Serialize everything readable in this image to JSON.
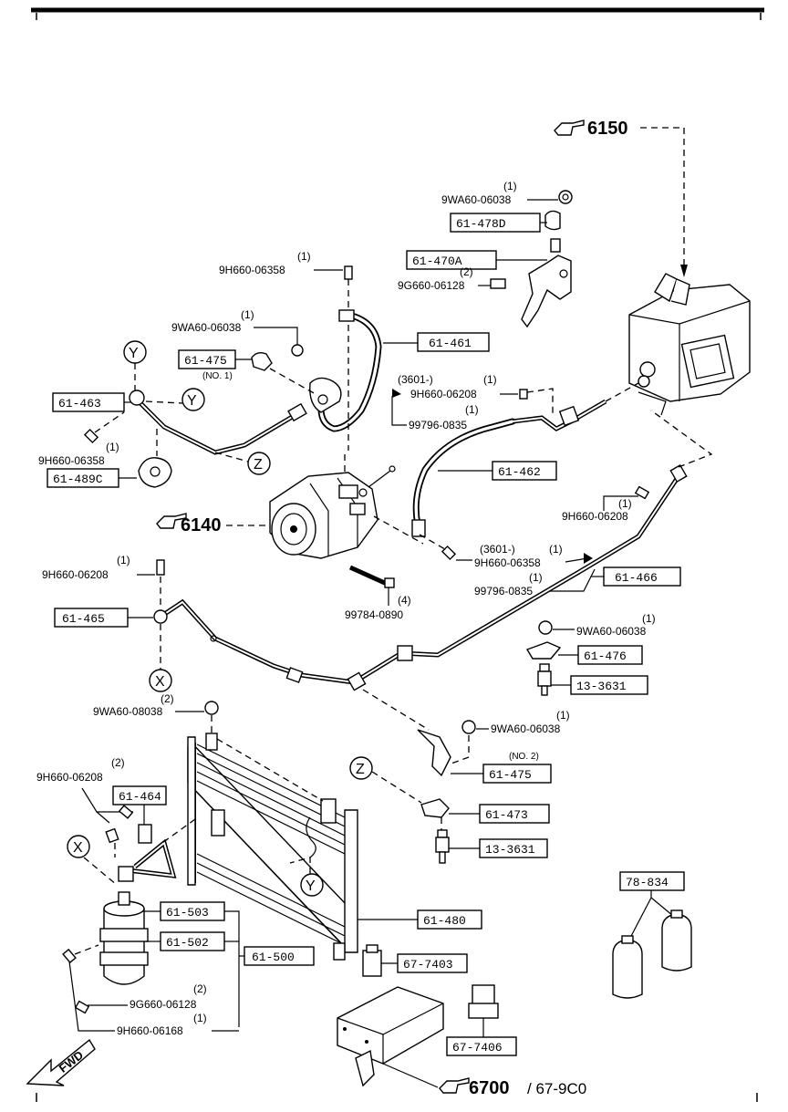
{
  "diagram": {
    "refs": {
      "r6150": "6150",
      "r6140": "6140",
      "r6700": "6700",
      "r6700_alt": "/ 67-9C0"
    },
    "part_boxes": {
      "b61_478D": "61-478D",
      "b61_470A": "61-470A",
      "b61_461": "61-461",
      "b61_475_1": "61-475",
      "b61_463": "61-463",
      "b61_489C": "61-489C",
      "b61_462": "61-462",
      "b61_466": "61-466",
      "b61_465": "61-465",
      "b61_476": "61-476",
      "b13_3631a": "13-3631",
      "b61_475_2": "61-475",
      "b61_473": "61-473",
      "b13_3631b": "13-3631",
      "b61_464": "61-464",
      "b61_503": "61-503",
      "b61_502": "61-502",
      "b61_500": "61-500",
      "b61_480": "61-480",
      "b67_7403": "67-7403",
      "b67_7406": "67-7406",
      "b78_834": "78-834"
    },
    "fasteners": {
      "f1_q": "(1)",
      "f1_pn": "9WA60-06038",
      "f2_q": "(2)",
      "f2_pn": "9G660-06128",
      "f3_q": "(1)",
      "f3_pn": "9H660-06358",
      "f4_q": "(1)",
      "f4_pn": "9WA60-06038",
      "f5_q": "(1)",
      "f5_pn": "9H660-06208",
      "f5_sn": "(3601-)",
      "f6_q": "(1)",
      "f6_pn": "99796-0835",
      "f7_q": "(1)",
      "f7_pn": "9H660-06358",
      "f8_q": "(1)",
      "f8_pn": "9H660-06208",
      "f9_q": "(1)",
      "f9_pn": "9H660-06358",
      "f9_sn": "(3601-)",
      "f10_q": "(1)",
      "f10_pn": "99796-0835",
      "f11_q": "(1)",
      "f11_pn": "9H660-06208",
      "f12_q": "(4)",
      "f12_pn": "99784-0890",
      "f13_q": "(1)",
      "f13_pn": "9WA60-06038",
      "f14_q": "(2)",
      "f14_pn": "9WA60-08038",
      "f15_q": "(1)",
      "f15_pn": "9WA60-06038",
      "f16_q": "(2)",
      "f16_pn": "9H660-06208",
      "f17_q": "(2)",
      "f17_pn": "9G660-06128",
      "f18_q": "(1)",
      "f18_pn": "9H660-06168"
    },
    "notes": {
      "no1": "(NO. 1)",
      "no2": "(NO. 2)"
    },
    "callouts": {
      "x": "X",
      "y": "Y",
      "z": "Z"
    },
    "fwd": "FWD"
  }
}
